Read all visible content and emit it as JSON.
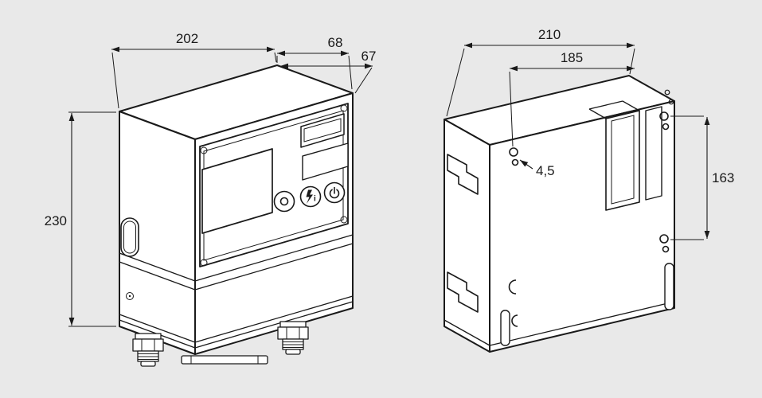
{
  "front_view": {
    "width_label": "202",
    "depth_top_label": "68",
    "depth_label": "67",
    "height_label": "230"
  },
  "rear_view": {
    "width_label": "210",
    "hole_spacing_horizontal_label": "185",
    "hole_diameter_label": "4,5",
    "hole_spacing_vertical_label": "163"
  },
  "colors": {
    "background": "#e9e9e9",
    "line": "#1a1a1a",
    "face_fill": "#ffffff"
  }
}
